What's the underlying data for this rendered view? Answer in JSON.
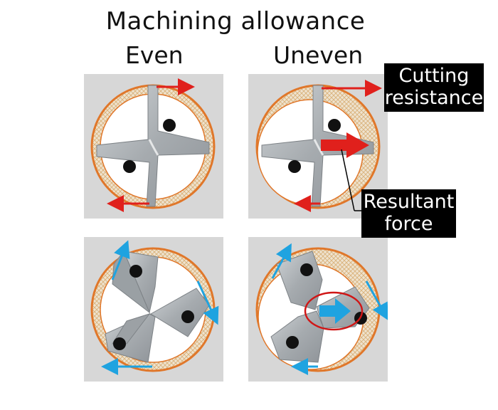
{
  "title": "Machining allowance",
  "columns": {
    "left": "Even",
    "right": "Uneven"
  },
  "callouts": {
    "cutting": [
      "Cutting",
      "resistance"
    ],
    "resultant": [
      "Resultant",
      "force"
    ]
  },
  "colors": {
    "panel_bg": "#d7d7d7",
    "allowance_ring": "#e0772a",
    "allowance_fill": "#efe0c8",
    "tool_metal": "#aeb3b6",
    "cutting_force_arrow": "#e0201c",
    "rotated_force_arrow": "#1fa3e0",
    "highlight_ellipse": "#d01616",
    "coolant_hole": "#111111"
  },
  "panels": [
    {
      "id": "even-2-flute",
      "allowance": "even",
      "force_color": "red",
      "resultant": false
    },
    {
      "id": "uneven-2-flute",
      "allowance": "uneven",
      "force_color": "red",
      "resultant": true
    },
    {
      "id": "even-3-flute",
      "allowance": "even",
      "force_color": "blue",
      "resultant": false
    },
    {
      "id": "uneven-3-flute",
      "allowance": "uneven",
      "force_color": "blue",
      "resultant": true
    }
  ]
}
